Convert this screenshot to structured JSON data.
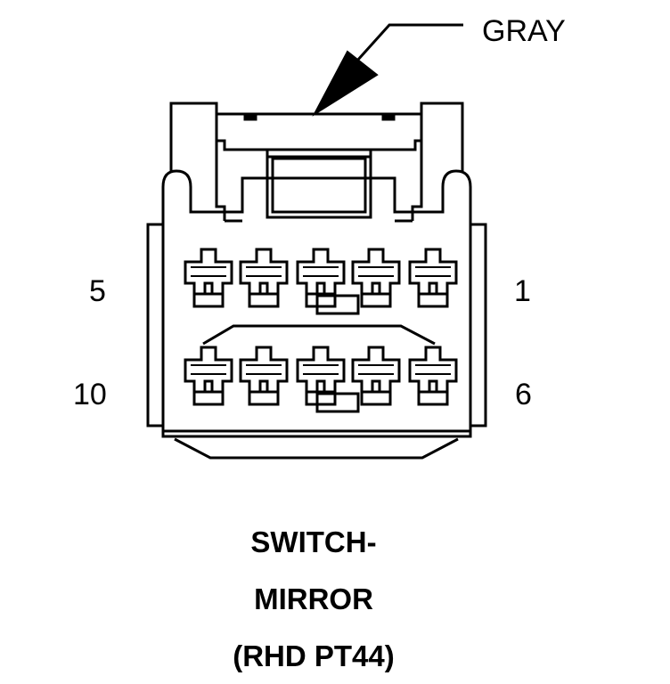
{
  "connector": {
    "color_label": "GRAY",
    "pin_labels": {
      "top_left": "5",
      "top_right": "1",
      "bottom_left": "10",
      "bottom_right": "6"
    },
    "title_lines": [
      "SWITCH-",
      "MIRROR",
      "(RHD PT44)"
    ]
  },
  "colors": {
    "line": "#000000",
    "background": "#ffffff"
  }
}
